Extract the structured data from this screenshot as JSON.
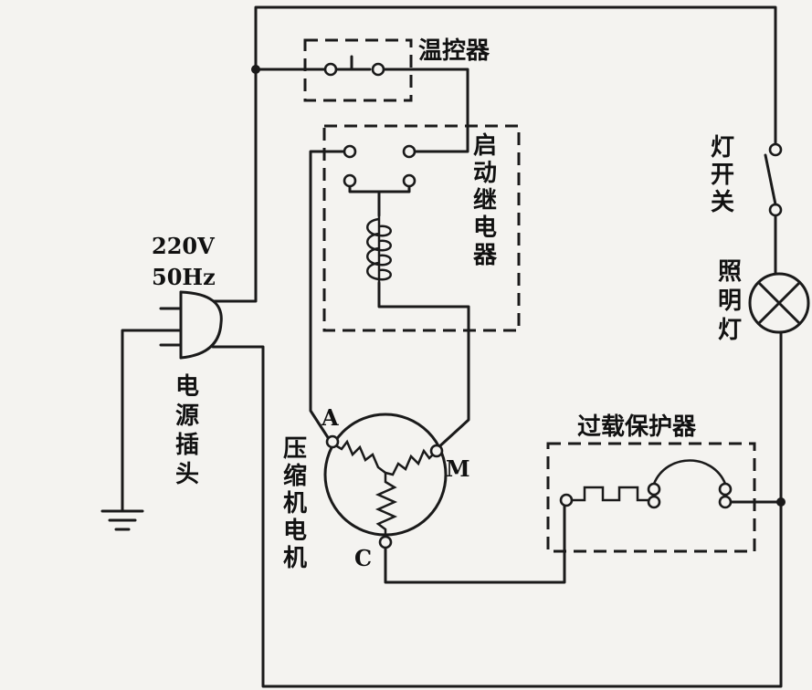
{
  "labels": {
    "thermostat": "温控器",
    "start_relay": "启动继电器",
    "lamp_switch": "灯开关",
    "lighting_lamp": "照明灯",
    "overload_protector": "过载保护器",
    "compressor_motor": "压缩机电机",
    "power_plug": "电源插头",
    "voltage": "220V",
    "frequency": "50Hz",
    "terminal_a": "A",
    "terminal_m": "M",
    "terminal_c": "C"
  }
}
